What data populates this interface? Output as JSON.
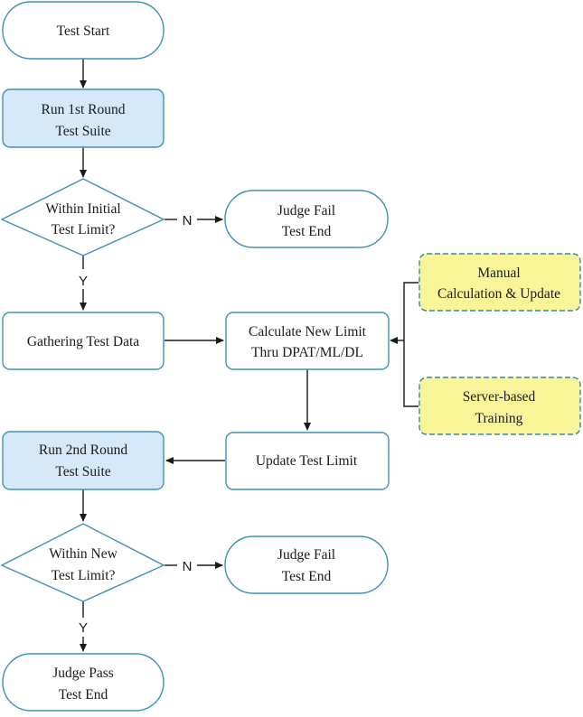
{
  "colors": {
    "border": "#3f91b6",
    "fill_white": "#ffffff",
    "fill_blue": "#d6e9f8",
    "fill_yellow": "#fbf59a",
    "border_yellow": "#2f8aa4",
    "arrow": "#1a1a1a"
  },
  "nodes": {
    "test_start": {
      "lines": [
        "Test Start"
      ]
    },
    "run_1st": {
      "lines": [
        "Run 1st Round",
        "Test Suite"
      ]
    },
    "within_initial": {
      "lines": [
        "Within Initial",
        "Test Limit?"
      ]
    },
    "judge_fail_1": {
      "lines": [
        "Judge Fail",
        "Test End"
      ]
    },
    "gathering": {
      "lines": [
        "Gathering Test Data"
      ]
    },
    "calculate": {
      "lines": [
        "Calculate New Limit",
        "Thru DPAT/ML/DL"
      ]
    },
    "manual": {
      "lines": [
        "Manual",
        "Calculation & Update"
      ]
    },
    "server": {
      "lines": [
        "Server-based",
        "Training"
      ]
    },
    "update": {
      "lines": [
        "Update Test Limit"
      ]
    },
    "run_2nd": {
      "lines": [
        "Run 2nd Round",
        "Test Suite"
      ]
    },
    "within_new": {
      "lines": [
        "Within New",
        "Test Limit?"
      ]
    },
    "judge_fail_2": {
      "lines": [
        "Judge Fail",
        "Test End"
      ]
    },
    "judge_pass": {
      "lines": [
        "Judge Pass",
        "Test End"
      ]
    }
  },
  "edge_labels": {
    "no_1": "N",
    "yes_1": "Y",
    "no_2": "N",
    "yes_2": "Y"
  }
}
